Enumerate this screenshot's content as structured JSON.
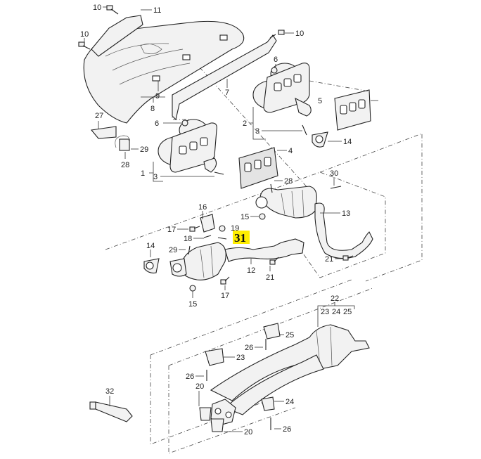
{
  "diagram": {
    "title": "Exhaust manifold and catalytic converter parts diagram",
    "highlight": {
      "label": "31",
      "color": "#ffee00"
    },
    "callouts": [
      {
        "id": "c10a",
        "label": "10"
      },
      {
        "id": "c11",
        "label": "11"
      },
      {
        "id": "c10b",
        "label": "10"
      },
      {
        "id": "c10c",
        "label": "10"
      },
      {
        "id": "c9",
        "label": "9"
      },
      {
        "id": "c8",
        "label": "8"
      },
      {
        "id": "c7",
        "label": "7"
      },
      {
        "id": "c6a",
        "label": "6"
      },
      {
        "id": "c2",
        "label": "2"
      },
      {
        "id": "c3a",
        "label": "3"
      },
      {
        "id": "c5",
        "label": "5"
      },
      {
        "id": "c14a",
        "label": "14"
      },
      {
        "id": "c27",
        "label": "27"
      },
      {
        "id": "c29a",
        "label": "29"
      },
      {
        "id": "c28a",
        "label": "28"
      },
      {
        "id": "c6b",
        "label": "6"
      },
      {
        "id": "c4",
        "label": "4"
      },
      {
        "id": "c1",
        "label": "1"
      },
      {
        "id": "c3b",
        "label": "3"
      },
      {
        "id": "c30",
        "label": "30"
      },
      {
        "id": "c28b",
        "label": "28"
      },
      {
        "id": "c15a",
        "label": "15"
      },
      {
        "id": "c13",
        "label": "13"
      },
      {
        "id": "c16",
        "label": "16"
      },
      {
        "id": "c17a",
        "label": "17"
      },
      {
        "id": "c19",
        "label": "19"
      },
      {
        "id": "c18",
        "label": "18"
      },
      {
        "id": "c14b",
        "label": "14"
      },
      {
        "id": "c29b",
        "label": "29"
      },
      {
        "id": "c12",
        "label": "12"
      },
      {
        "id": "c21a",
        "label": "21"
      },
      {
        "id": "c21b",
        "label": "21"
      },
      {
        "id": "c15b",
        "label": "15"
      },
      {
        "id": "c17b",
        "label": "17"
      },
      {
        "id": "c22",
        "label": "22"
      },
      {
        "id": "c23a",
        "label": "23"
      },
      {
        "id": "c24a",
        "label": "24"
      },
      {
        "id": "c25a",
        "label": "25"
      },
      {
        "id": "c25b",
        "label": "25"
      },
      {
        "id": "c26a",
        "label": "26"
      },
      {
        "id": "c23b",
        "label": "23"
      },
      {
        "id": "c26b",
        "label": "26"
      },
      {
        "id": "c20a",
        "label": "20"
      },
      {
        "id": "c24b",
        "label": "24"
      },
      {
        "id": "c26c",
        "label": "26"
      },
      {
        "id": "c20b",
        "label": "20"
      },
      {
        "id": "c32",
        "label": "32"
      }
    ]
  }
}
